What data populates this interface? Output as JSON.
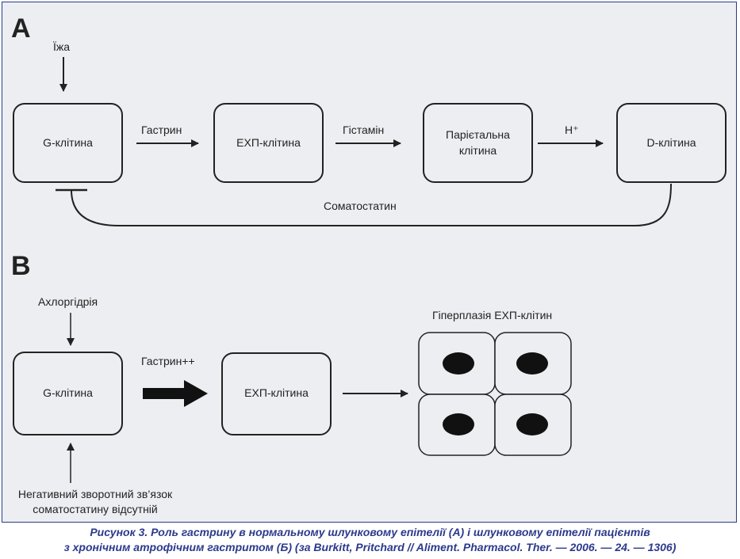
{
  "panel_a": {
    "letter": "A",
    "food": "Їжа",
    "g_cell": "G-клітина",
    "gastrin": "Гастрин",
    "ecl_cell": "ЕХП-клітина",
    "histamine": "Гістамін",
    "parietal_line1": "Парієтальна",
    "parietal_line2": "клітина",
    "h_plus": "H⁺",
    "d_cell": "D-клітина",
    "somatostatin": "Соматостатин"
  },
  "panel_b": {
    "letter": "B",
    "achlorhydria": "Ахлоргідрія",
    "g_cell": "G-клітина",
    "gastrin_plus": "Гастрин++",
    "ecl_cell": "ЕХП-клітина",
    "hyperplasia": "Гіперплазія ЕХП-клітин",
    "feedback_line1": "Негативний зворотний зв’язок",
    "feedback_line2": "соматостатину відсутній"
  },
  "caption": {
    "line1": "Рисунок 3. Роль гастрину в нормальному шлунковому епітелії (А) і шлунковому епітелії пацієнтів",
    "line2": "з хронічним атрофічним гастритом (Б) (за Burkitt, Pritchard // Aliment. Pharmacol. Ther. — 2006. — 24. — 1306)"
  },
  "colors": {
    "caption": "#2b3a8c",
    "panel_bg": "#eceef1",
    "ink": "#222222"
  }
}
